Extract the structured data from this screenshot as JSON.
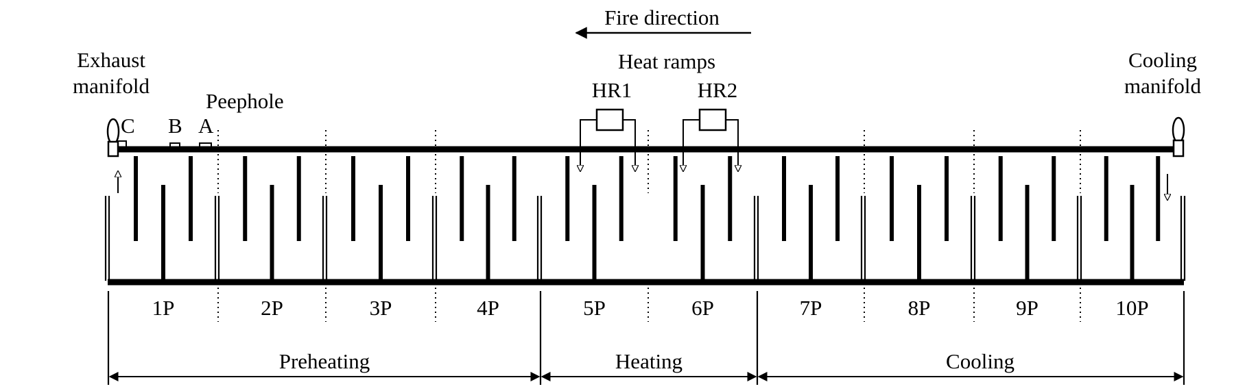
{
  "diagram": {
    "fire_direction_label": "Fire direction",
    "exhaust_manifold_label_1": "Exhaust",
    "exhaust_manifold_label_2": "manifold",
    "cooling_manifold_label_1": "Cooling",
    "cooling_manifold_label_2": "manifold",
    "peephole_label": "Peephole",
    "peephole_points": [
      "C",
      "B",
      "A"
    ],
    "heat_ramps_label": "Heat ramps",
    "heat_ramps": [
      "HR1",
      "HR2"
    ],
    "pits": [
      "1P",
      "2P",
      "3P",
      "4P",
      "5P",
      "6P",
      "7P",
      "8P",
      "9P",
      "10P"
    ],
    "zones": [
      "Preheating",
      "Heating",
      "Cooling"
    ]
  }
}
